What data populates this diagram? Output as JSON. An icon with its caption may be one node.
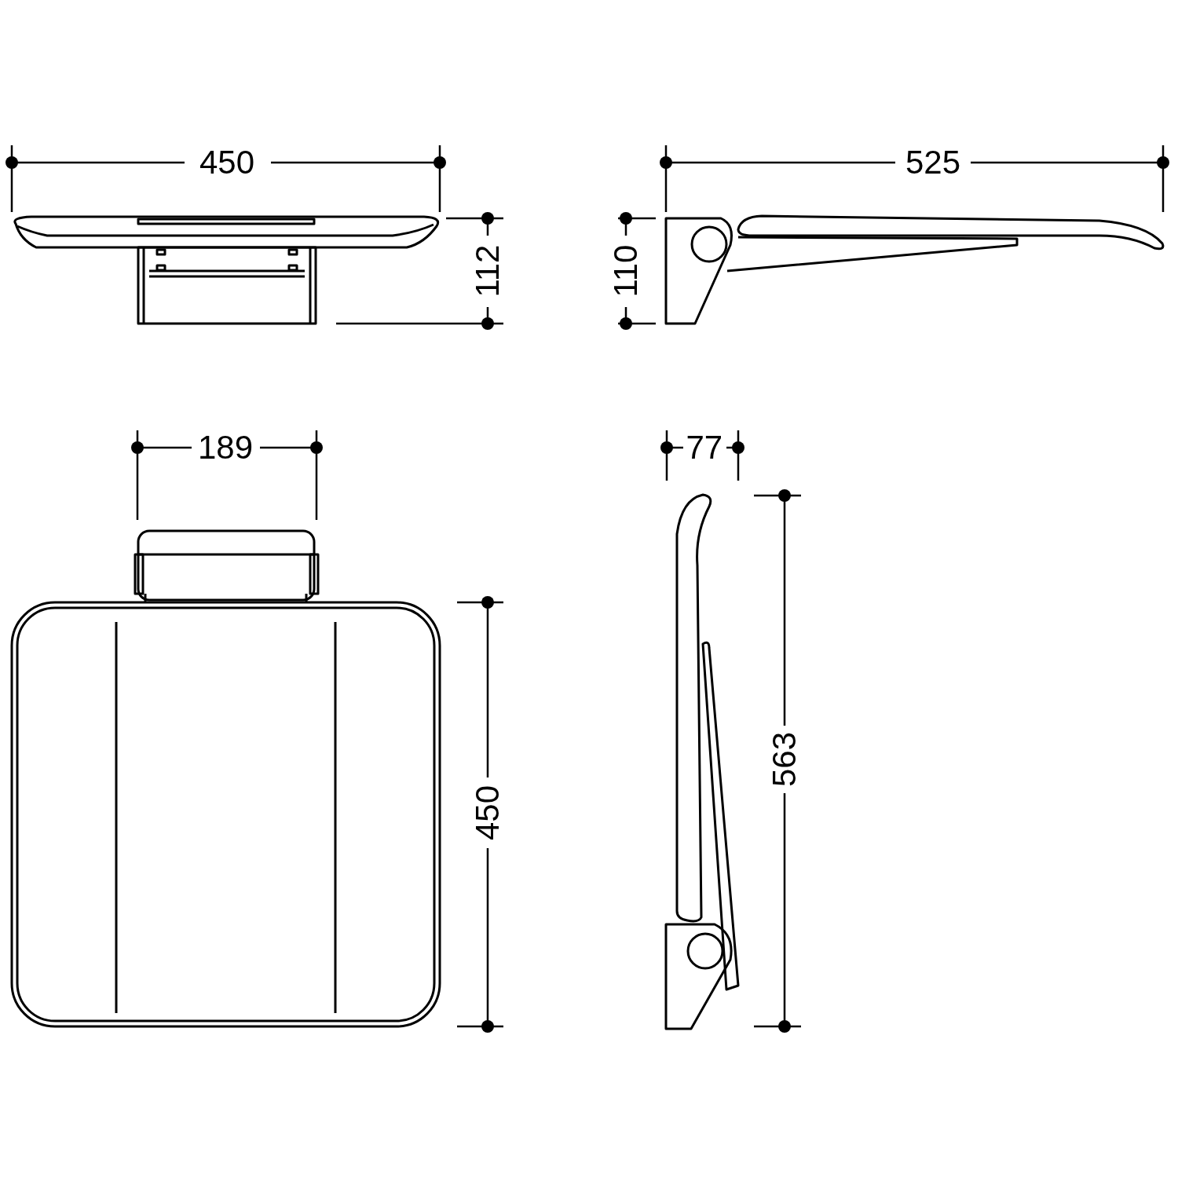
{
  "diagram": {
    "labels": [
      "450",
      "525",
      "112",
      "110",
      "189",
      "77",
      "563",
      "450"
    ]
  }
}
